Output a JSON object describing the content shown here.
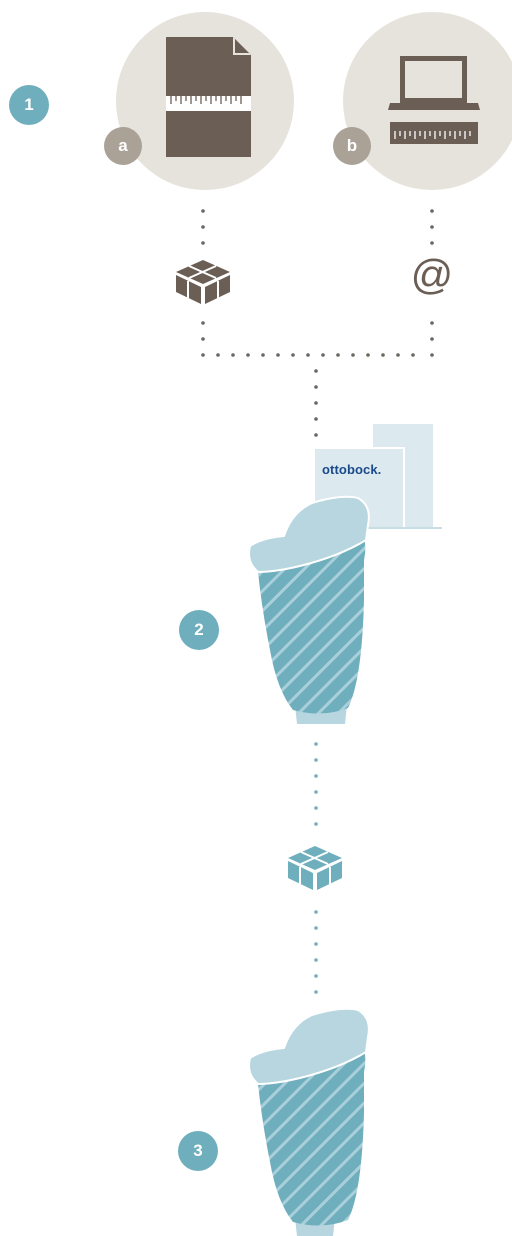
{
  "steps": {
    "step1": "1",
    "step2": "2",
    "step3": "3"
  },
  "sources": {
    "a": {
      "label": "a",
      "icon": "ruler-document-icon",
      "delivery_icon": "package-icon"
    },
    "b": {
      "label": "b",
      "icon": "laptop-ruler-icon",
      "delivery_symbol": "@"
    }
  },
  "logo": {
    "text": "ottobock."
  },
  "colors": {
    "teal": "#6faebd",
    "teal_light": "#b7d6df",
    "teal_pale": "#dce9ef",
    "teal_stripe": "#5a9fb1",
    "beige_circle": "#e6e2dc",
    "taupe": "#6b5e55",
    "taupe_badge": "#aaa197",
    "dots_dark": "#6b6660",
    "dots_teal": "#6faebd",
    "logo_blue": "#1a4a8a"
  }
}
